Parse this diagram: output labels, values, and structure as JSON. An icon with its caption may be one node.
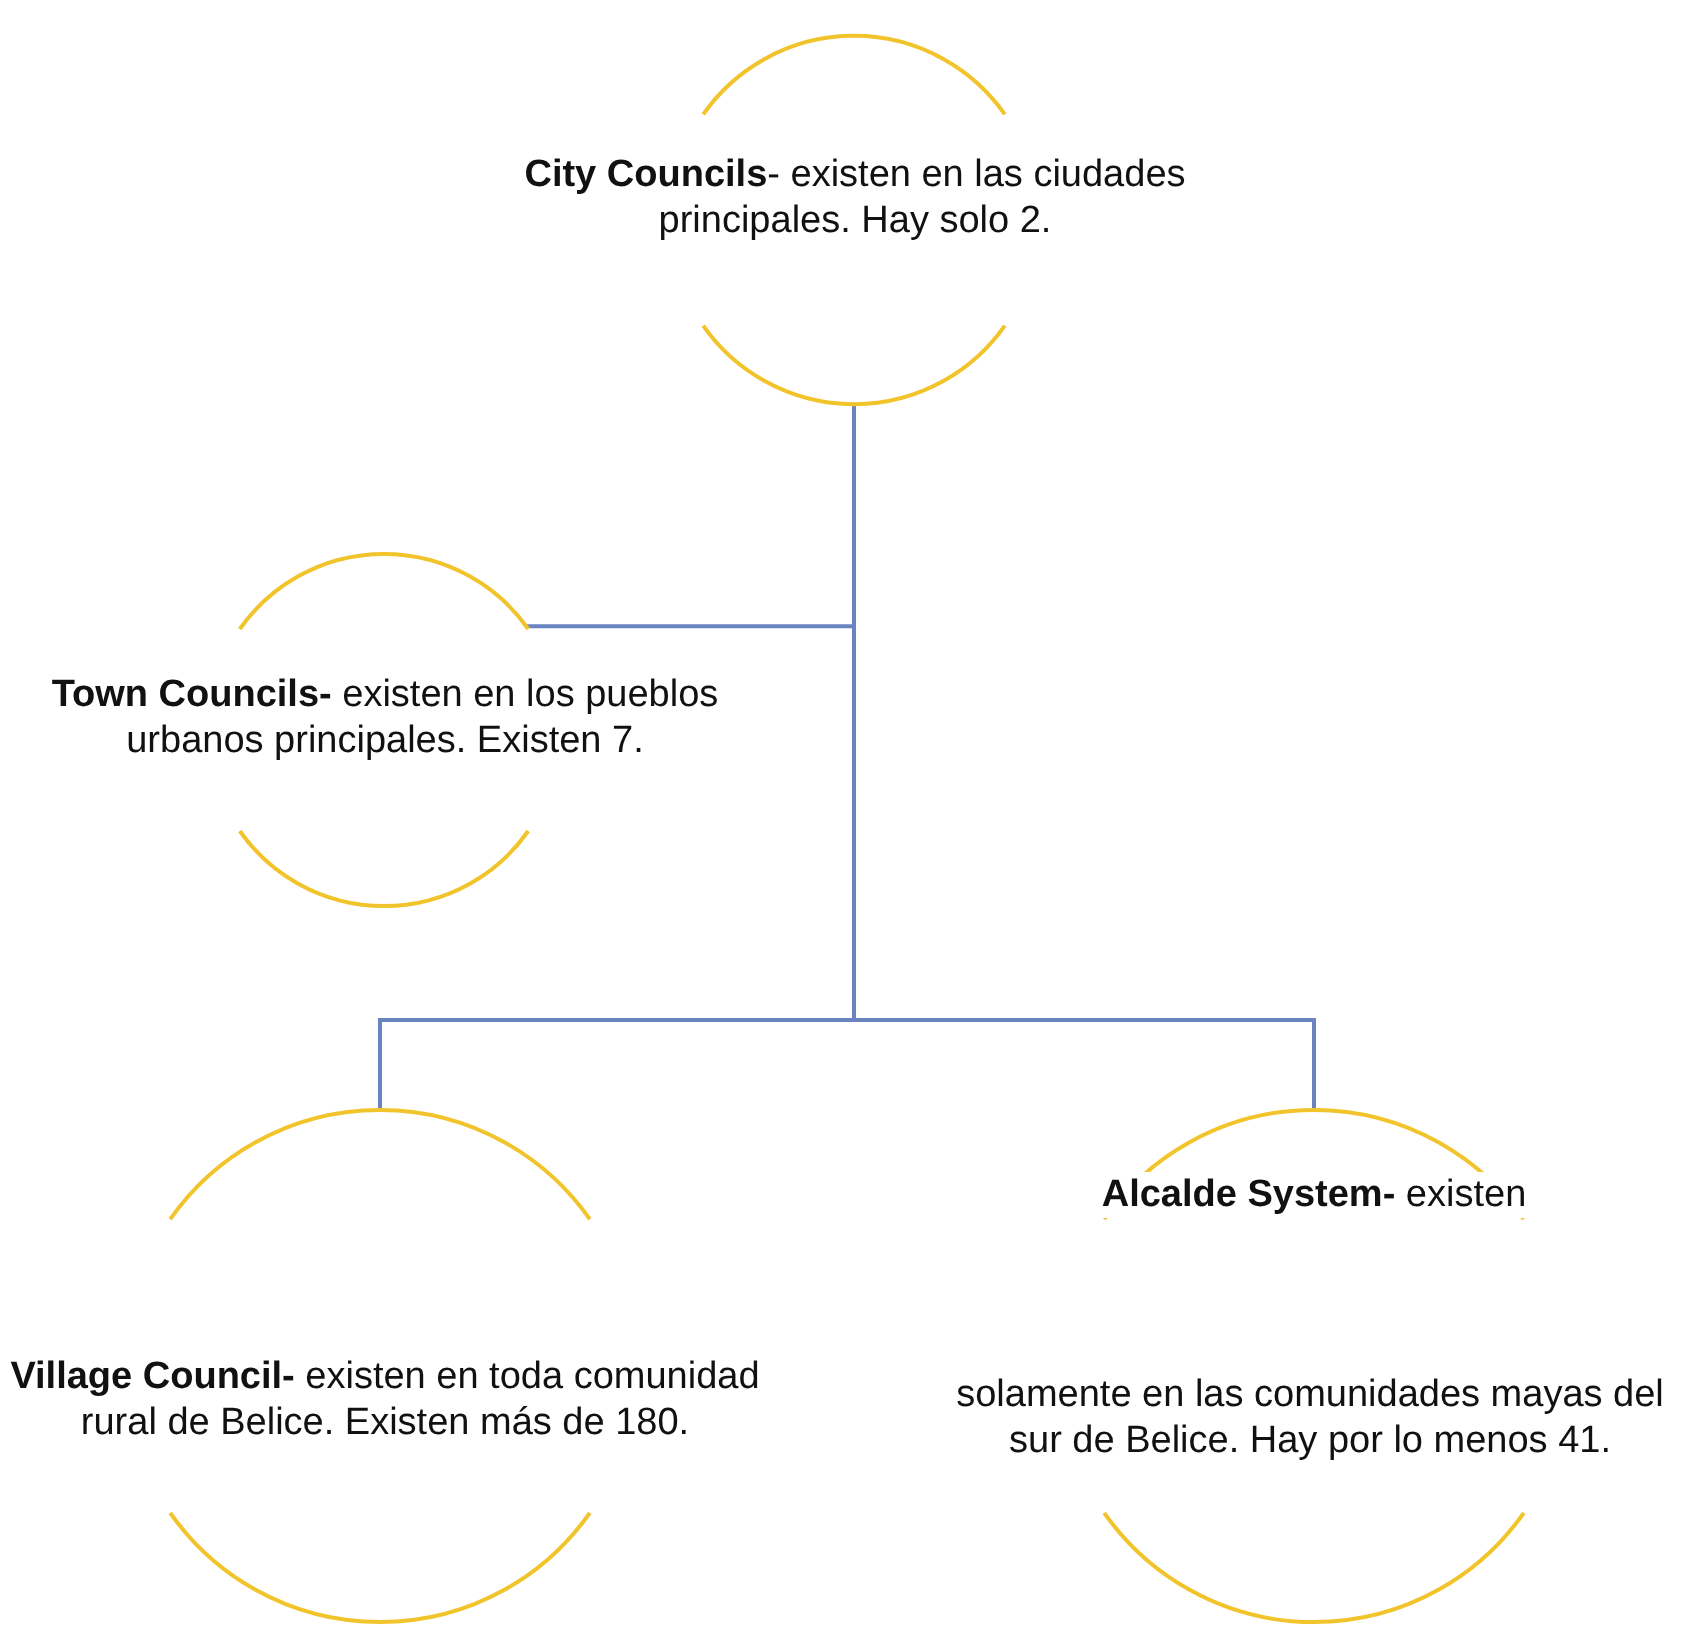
{
  "diagram": {
    "nodes": [
      {
        "text": [
          "**City Councils**- existen en las ciudades principales. Hay solo 2."
        ]
      },
      {
        "text": [
          "**Town Councils-** existen en los pueblos urbanos principales. Existen 7."
        ]
      },
      {
        "text": [
          "**Village Council-** existen en toda comunidad rural de Belice. Existen más de 180."
        ]
      },
      {
        "text": [
          "**Alcalde System-** existen",
          "solamente en las comunidades mayas del sur de Belice. Hay por lo menos 41."
        ]
      }
    ],
    "edges": [
      {
        "from": 0,
        "to": 1,
        "arrow": "none"
      },
      {
        "from": 0,
        "to": 2,
        "arrow": "none"
      },
      {
        "from": 0,
        "to": 3,
        "arrow": "none"
      }
    ]
  }
}
